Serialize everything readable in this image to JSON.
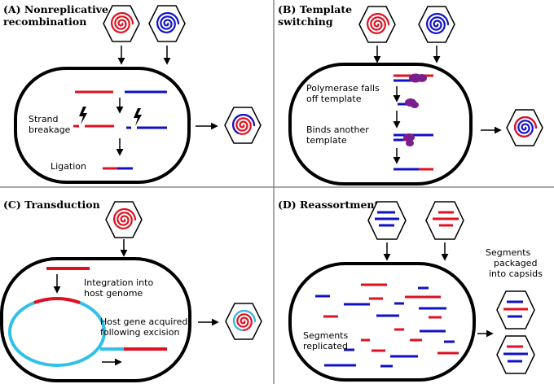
{
  "colors": {
    "red": "#e01020",
    "blue": "#1010c8",
    "cyan": "#30c0e8",
    "purple": "#7a1e8e",
    "black": "#000000",
    "divider": "#8a8a8a"
  },
  "panels": {
    "a": {
      "title_line1": "(A) Nonreplicative",
      "title_line2": "recombination",
      "label_strand_1": "Strand",
      "label_strand_2": "breakage",
      "label_ligation": "Ligation"
    },
    "b": {
      "title_line1": "(B) Template",
      "title_line2": "switching",
      "label_falls_1": "Polymerase falls",
      "label_falls_2": "off template",
      "label_binds_1": "Binds another",
      "label_binds_2": "template"
    },
    "c": {
      "title": "(C) Transduction",
      "label_integration_1": "Integration into",
      "label_integration_2": "host genome",
      "label_host_1": "Host gene acquired",
      "label_host_2": "following excision"
    },
    "d": {
      "title": "(D) Reassortment",
      "label_packaged_1": "Segments",
      "label_packaged_2": "packaged",
      "label_packaged_3": "into capsids",
      "label_replicated_1": "Segments",
      "label_replicated_2": "replicated"
    }
  }
}
